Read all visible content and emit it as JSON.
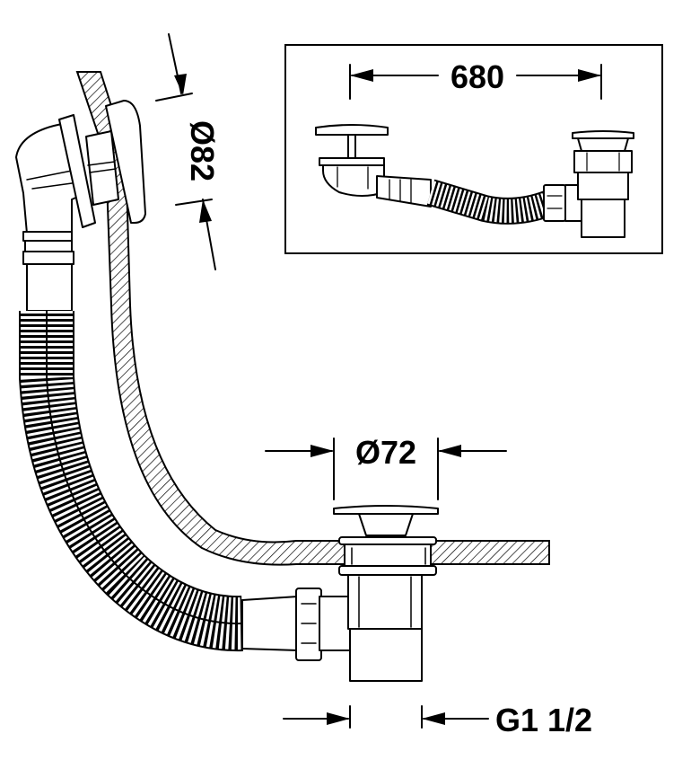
{
  "dimensions": {
    "overflow_diameter": "Ø82",
    "waste_diameter": "Ø72",
    "thread": "G1 1/2",
    "length": "680"
  },
  "colors": {
    "line": "#000000",
    "background": "#ffffff"
  }
}
